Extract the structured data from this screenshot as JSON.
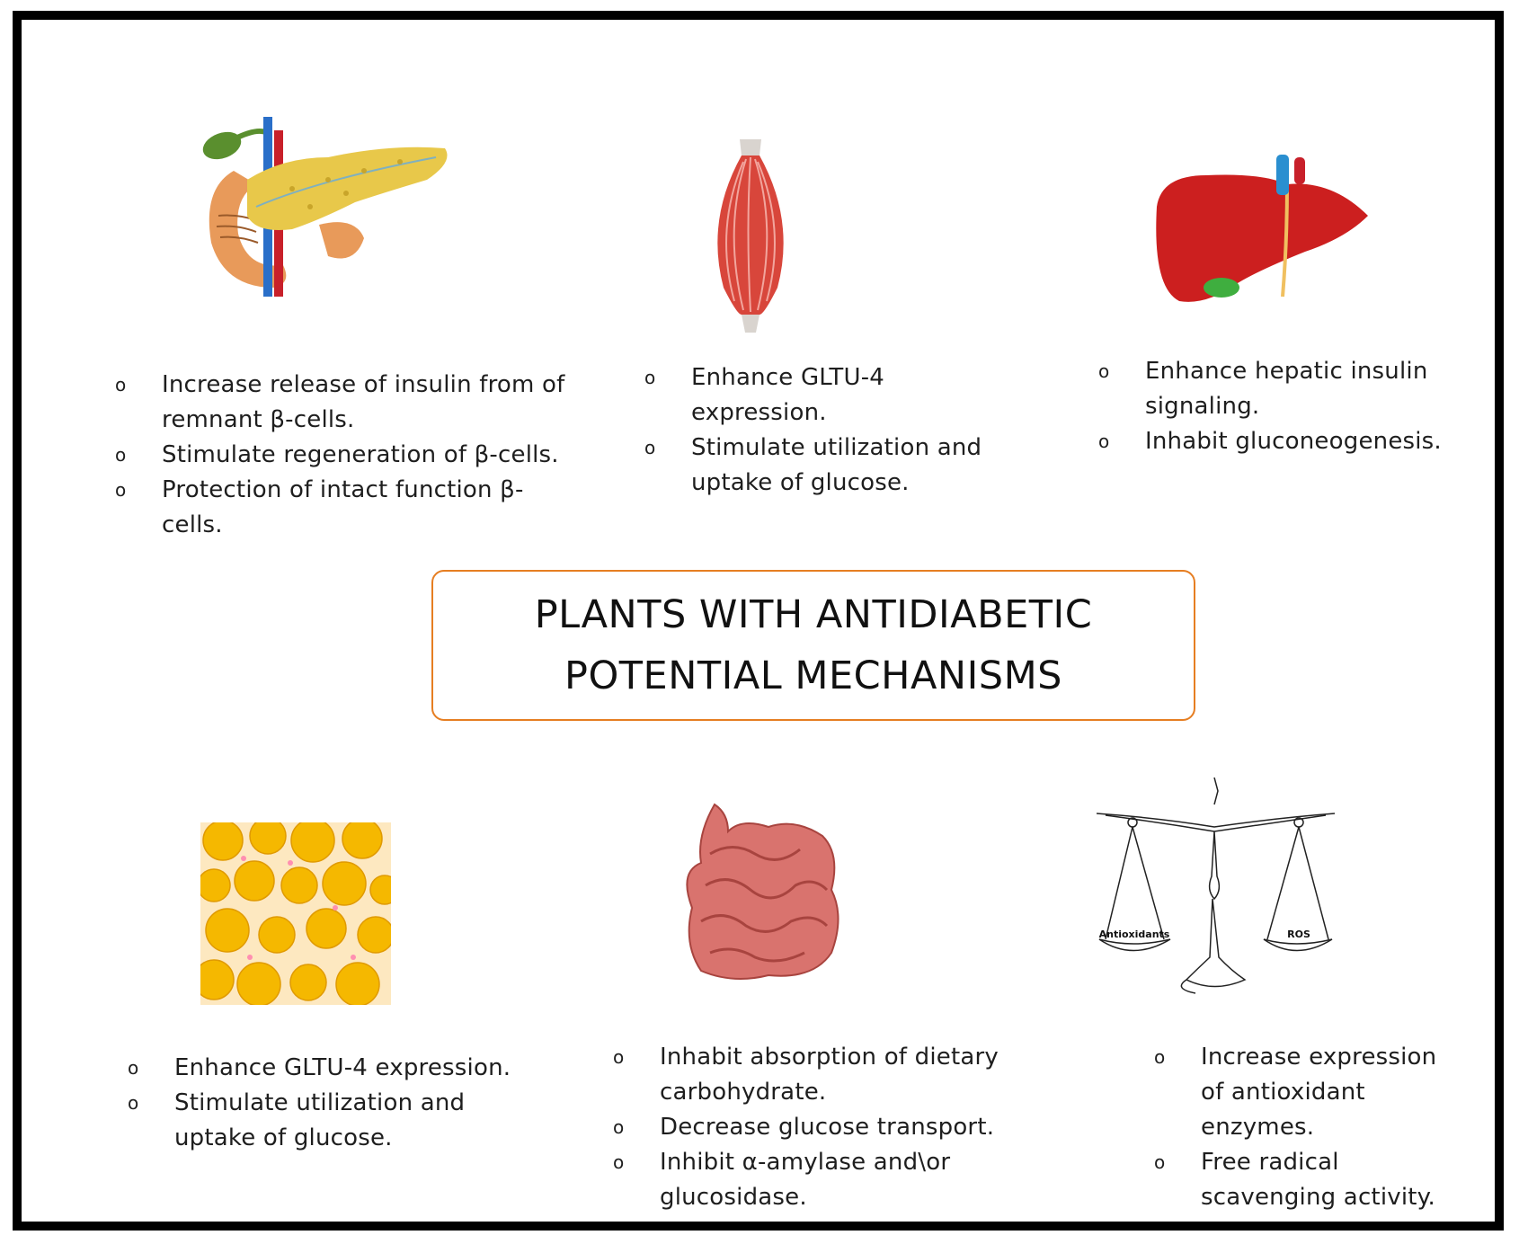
{
  "title": {
    "line1": "PLANTS WITH ANTIDIABETIC",
    "line2": "POTENTIAL MECHANISMS"
  },
  "panels": {
    "pancreas": {
      "icon": "pancreas-icon",
      "bullets": [
        "Increase release of insulin from of remnant β-cells.",
        "Stimulate regeneration of β-cells.",
        "Protection of intact function β-cells."
      ]
    },
    "muscle": {
      "icon": "muscle-icon",
      "bullets": [
        "Enhance GLTU-4 expression.",
        "Stimulate utilization and uptake of glucose."
      ]
    },
    "liver": {
      "icon": "liver-icon",
      "bullets": [
        "Enhance hepatic insulin signaling.",
        "Inhabit gluconeogenesis."
      ]
    },
    "adipose": {
      "icon": "adipose-cells-icon",
      "bullets": [
        "Enhance GLTU-4 expression.",
        "Stimulate utilization and uptake of glucose."
      ]
    },
    "intestine": {
      "icon": "intestine-icon",
      "bullets": [
        "Inhabit absorption of dietary carbohydrate.",
        "Decrease glucose transport.",
        "Inhibit α-amylase and\\or glucosidase."
      ]
    },
    "balance": {
      "icon": "balance-scale-icon",
      "left_pan_label": "Antioxidants",
      "right_pan_label": "ROS",
      "bullets": [
        "Increase expression of antioxidant enzymes.",
        "Free radical scavenging activity."
      ]
    }
  },
  "bullet_glyph": "o",
  "colors": {
    "border": "#000000",
    "title_box": "#e67e22",
    "pancreas": "#e8c84a",
    "muscle": "#d8463b",
    "liver": "#cc1f1f",
    "adipose": "#f5b800",
    "intestine": "#d9736e"
  }
}
